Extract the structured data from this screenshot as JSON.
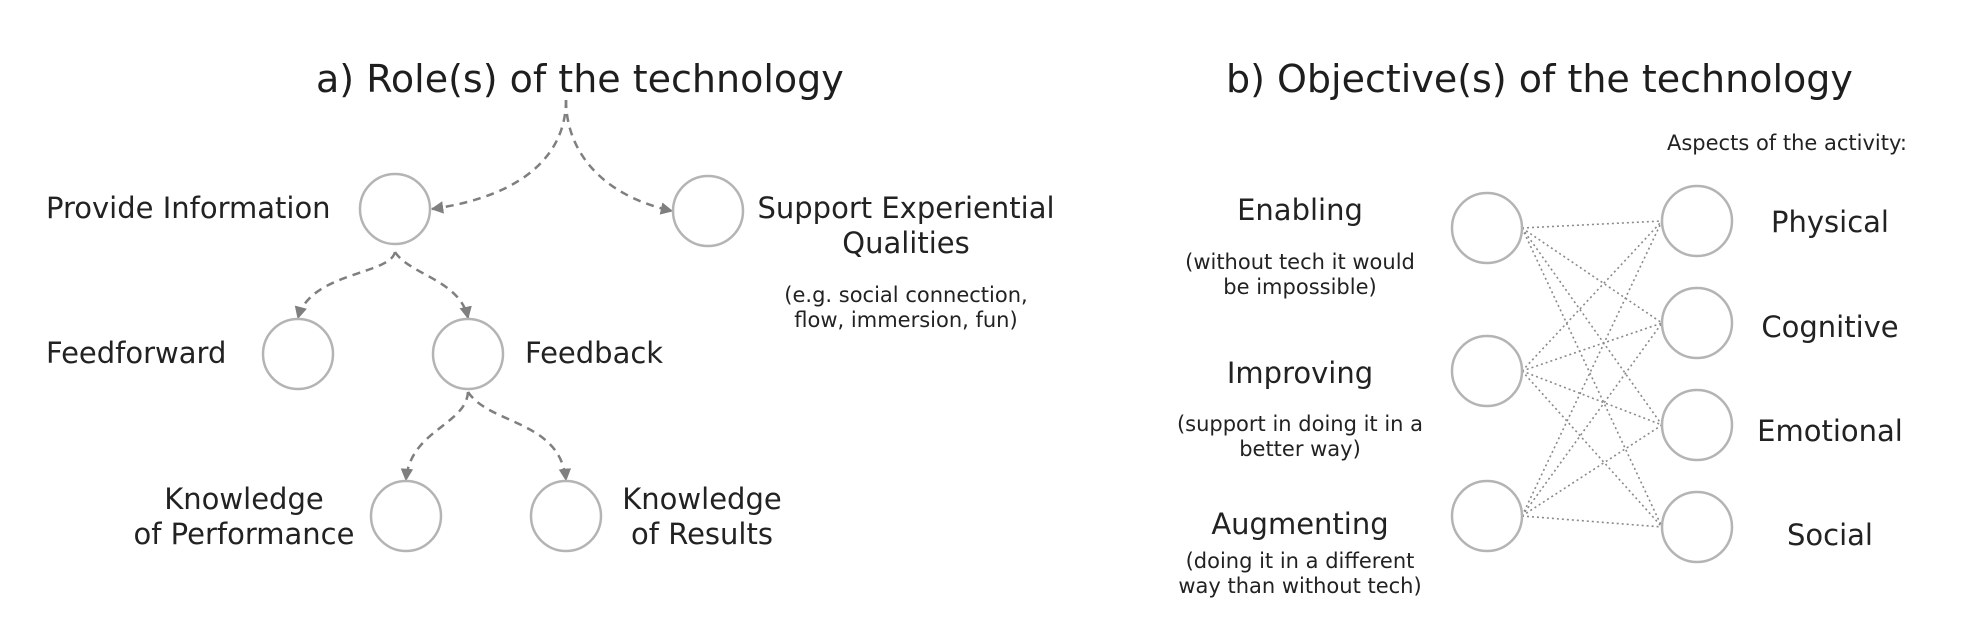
{
  "part_a": {
    "title": "a) Role(s) of the technology",
    "provide_information": "Provide Information",
    "support_experiential": [
      "Support Experiential",
      "Qualities"
    ],
    "support_examples": [
      "(e.g. social connection,",
      "flow, immersion, fun)"
    ],
    "feedforward": "Feedforward",
    "feedback": "Feedback",
    "knowledge_of_performance": [
      "Knowledge",
      "of Performance"
    ],
    "knowledge_of_results": [
      "Knowledge",
      "of Results"
    ]
  },
  "part_b": {
    "title": "b) Objective(s) of the technology",
    "aspects_heading": "Aspects of the activity:",
    "objectives": [
      {
        "label": "Enabling",
        "desc": [
          "(without tech it would",
          "be impossible)"
        ]
      },
      {
        "label": "Improving",
        "desc": [
          "(support in doing it in a",
          "better way)"
        ]
      },
      {
        "label": "Augmenting",
        "desc": [
          "(doing it in a different",
          "way than without tech)"
        ]
      }
    ],
    "aspects": [
      "Physical",
      "Cognitive",
      "Emotional",
      "Social"
    ]
  },
  "colors": {
    "text": "#222222",
    "node_stroke": "#b4b4b4",
    "arrow": "#7f7f7f",
    "link": "#8a8a8a"
  }
}
